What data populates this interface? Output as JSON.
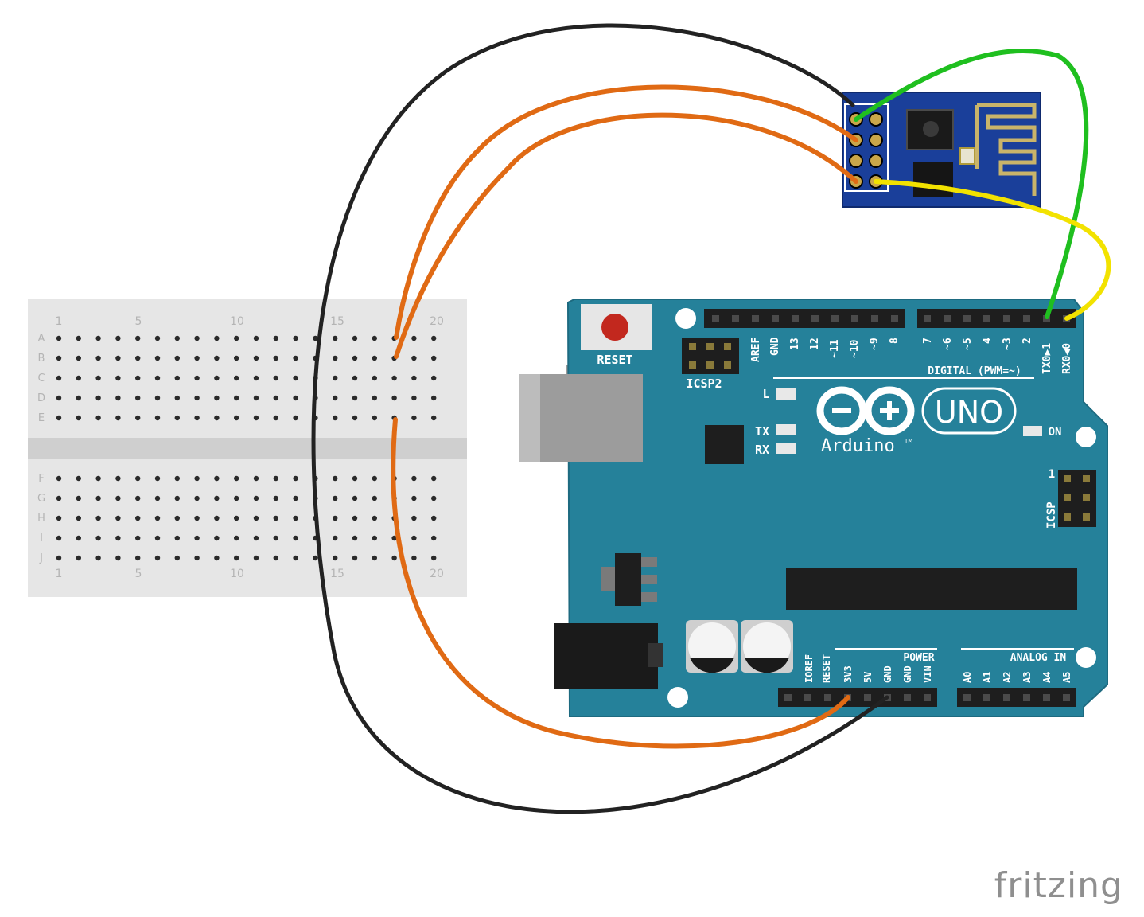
{
  "colors": {
    "board": "#25819a",
    "board_dark": "#1d6a80",
    "esp": "#1a3f9a",
    "breadboard": "#e6e6e6",
    "breadboard_gap": "#cfcfcf",
    "wire_black": "#222222",
    "wire_orange": "#e06a14",
    "wire_green": "#1fbf1f",
    "wire_yellow": "#f2e200"
  },
  "breadboard": {
    "col_labels": [
      "1",
      "5",
      "10",
      "15",
      "20"
    ],
    "rows_top": [
      "A",
      "B",
      "C",
      "D",
      "E"
    ],
    "rows_bottom": [
      "F",
      "G",
      "H",
      "I",
      "J"
    ]
  },
  "arduino": {
    "reset_label": "RESET",
    "icsp2_label": "ICSP2",
    "icsp_label": "ICSP",
    "icsp_pin1": "1",
    "aref_label": "AREF",
    "gnd_top_label": "GND",
    "digital_top_pins": [
      "13",
      "12",
      "~11",
      "~10",
      "~9",
      "8"
    ],
    "digital_low_pins": [
      "7",
      "~6",
      "~5",
      "4",
      "~3",
      "2",
      "TX0▶1",
      "RX0◀0"
    ],
    "digital_label": "DIGITAL (PWM=~)",
    "led_l_label": "L",
    "led_tx_label": "TX",
    "led_rx_label": "RX",
    "on_label": "ON",
    "brand": "Arduino",
    "tm": "TM",
    "model": "UNO",
    "power_label": "POWER",
    "power_pins": [
      "IOREF",
      "RESET",
      "3V3",
      "5V",
      "GND",
      "GND",
      "VIN"
    ],
    "analog_label": "ANALOG IN",
    "analog_pins": [
      "A0",
      "A1",
      "A2",
      "A3",
      "A4",
      "A5"
    ]
  },
  "watermark": "fritzing"
}
